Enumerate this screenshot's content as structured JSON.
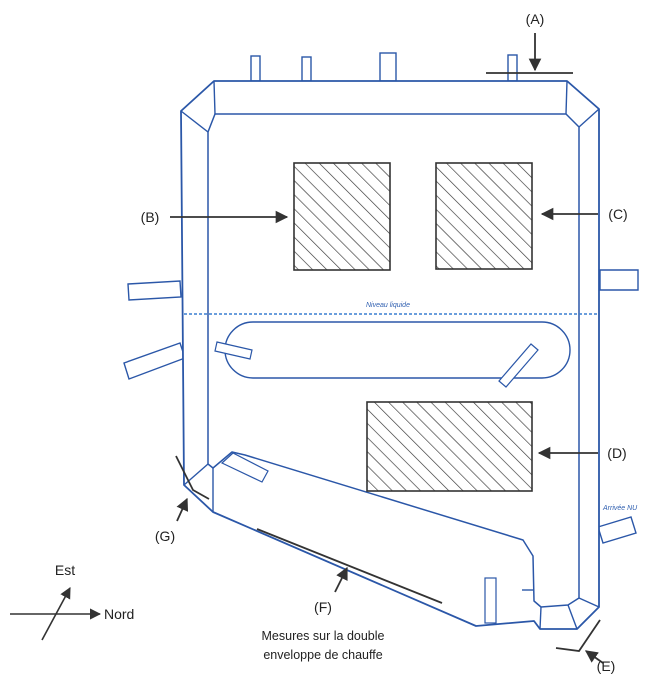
{
  "colors": {
    "vessel": "#2b57a8",
    "level": "#3a7fd0",
    "arrow": "#333333",
    "hatch": "#333333"
  },
  "markers": {
    "a": "(A)",
    "b": "(B)",
    "c": "(C)",
    "d": "(D)",
    "e": "(E)",
    "f": "(F)",
    "g": "(G)"
  },
  "annotations": {
    "liquid_level": "Niveau liquide",
    "inlet": "Arrivée NU"
  },
  "caption": {
    "line1": "Mesures sur la double",
    "line2": "enveloppe de chauffe"
  },
  "compass": {
    "est": "Est",
    "nord": "Nord"
  }
}
